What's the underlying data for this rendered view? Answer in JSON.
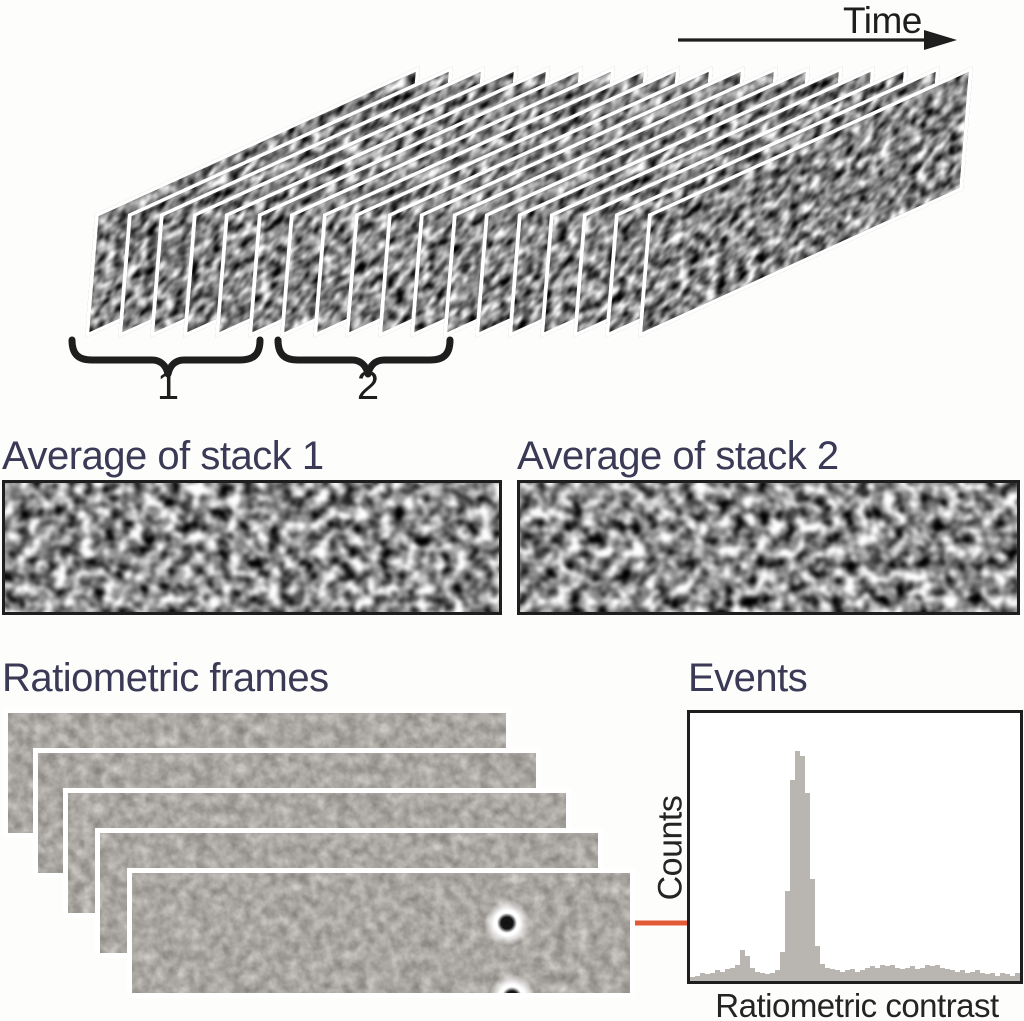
{
  "figure": {
    "background": "#fdfdfc",
    "text_dark": "#1e1e1e",
    "text_navy": "#3a3a56",
    "description": "Schematic of ratiometric image processing: a time series of noisy frames is averaged in stacks, consecutive stack averages form ratiometric frames, and detected events build a histogram."
  },
  "time_axis": {
    "label": "Time"
  },
  "frame_stack": {
    "num_frames": 18,
    "frames_per_stack": 5,
    "stack1_label": "1",
    "stack2_label": "2"
  },
  "averages": {
    "panel1_title": "Average of stack 1",
    "panel2_title": "Average of stack 2"
  },
  "ratiometric": {
    "title": "Ratiometric frames",
    "num_frames": 5,
    "spot": "dark particle with white halo on front frame",
    "partial_spot": "second particle cut by bottom edge",
    "arrow_color": "#e25b36"
  },
  "chart_data": {
    "type": "bar",
    "title": "Events",
    "xlabel": "Ratiometric contrast",
    "ylabel": "Counts",
    "bar_color": "#b9b5b0",
    "x_ticks": [],
    "y_ticks": [],
    "grid": false,
    "legend": null,
    "note": "Axes are unlabeled numerically; values are relative bar heights (0-1) across the x-range of the panel. Main peak at ~33% of x-range, small secondary bump at ~16%.",
    "values": [
      0.015,
      0.02,
      0.03,
      0.025,
      0.03,
      0.04,
      0.035,
      0.045,
      0.05,
      0.06,
      0.115,
      0.095,
      0.05,
      0.035,
      0.03,
      0.025,
      0.03,
      0.04,
      0.11,
      0.335,
      0.75,
      0.86,
      0.84,
      0.7,
      0.38,
      0.13,
      0.065,
      0.05,
      0.045,
      0.04,
      0.035,
      0.04,
      0.045,
      0.035,
      0.04,
      0.05,
      0.055,
      0.05,
      0.06,
      0.055,
      0.06,
      0.05,
      0.045,
      0.05,
      0.055,
      0.045,
      0.05,
      0.06,
      0.055,
      0.06,
      0.05,
      0.045,
      0.04,
      0.035,
      0.04,
      0.03,
      0.035,
      0.04,
      0.03,
      0.025,
      0.03,
      0.02,
      0.03,
      0.025,
      0.02,
      0.03
    ]
  }
}
